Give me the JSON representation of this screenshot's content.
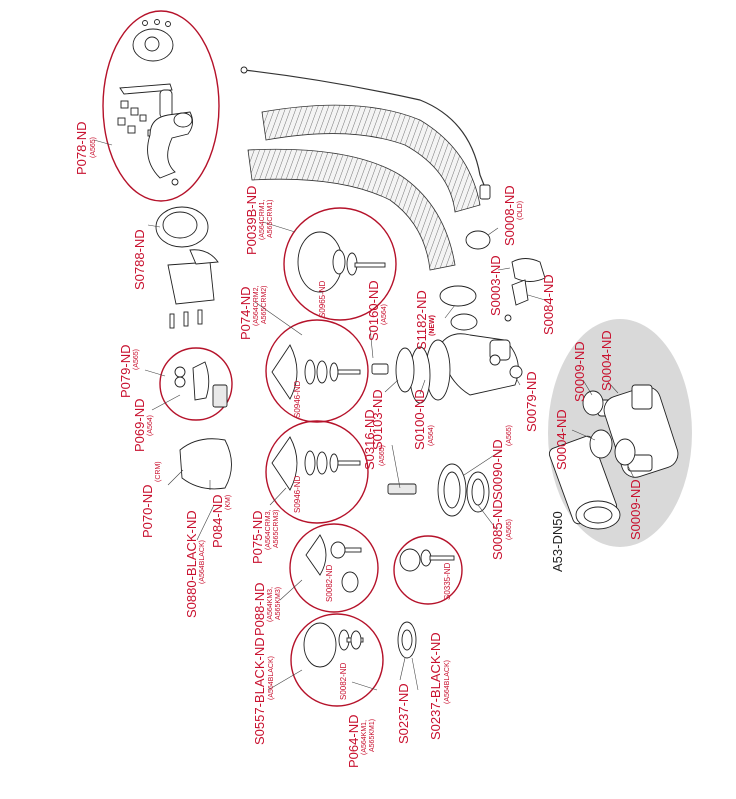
{
  "colors": {
    "label": "#c8102e",
    "circle": "#b5122a",
    "line": "#222222",
    "kit_bg": "#d9d9d9"
  },
  "labels": {
    "p078": "P078-ND",
    "p078_sub": "(A565)",
    "s0788": "S0788-ND",
    "p0039b": "P0039B-ND",
    "p0039b_sub1": "(A564CRM1,",
    "p0039b_sub2": "A565CRM1)",
    "s0965": "S0965-ND",
    "s0008": "S0008-ND",
    "s0008_sub": "(OLD)",
    "s0003": "S0003-ND",
    "s0084": "S0084-ND",
    "p074": "P074-ND",
    "p074_sub1": "(A564CRM2,",
    "p074_sub2": "A565CRM2)",
    "s0946a": "S0946-ND",
    "s0160": "S0160-ND",
    "s0160_sub": "(A564)",
    "s1182": "S1182-ND",
    "s1182_new": "(NEW)",
    "p079": "P079-ND",
    "p079_sub": "(A565)",
    "p069": "P069-ND",
    "p069_sub": "(A564)",
    "s0103": "S0103-ND",
    "s0100": "S0100-ND",
    "s0100_sub": "(A564)",
    "s0079": "S0079-ND",
    "s0009a": "S0009-ND",
    "s0004a": "S0004-ND",
    "s0004b": "S0004-ND",
    "s0009b": "S0009-ND",
    "s0316": "S0316-ND",
    "s0316_sub": "(A565)",
    "s0090": "S0090-ND",
    "s0090_sub": "(A565)",
    "p070": "P070-ND",
    "p070_sub": "(CRM)",
    "p084": "P084-ND",
    "p084_sub": "(KM)",
    "s0946b": "S0946-ND",
    "s0085": "S0085-ND",
    "s0085_sub": "(A565)",
    "a53": "A53-DN50",
    "s0880": "S0880-BLACK-ND",
    "s0880_sub": "(A564BLACK)",
    "p075": "P075-ND",
    "p075_sub1": "(A564CRM3,",
    "p075_sub2": "A565CRM3)",
    "s0082a": "S0082-ND",
    "s0335": "S0335-ND",
    "p088": "P088-ND",
    "p088_sub1": "(A564KM3,",
    "p088_sub2": "A565KM3)",
    "s0557": "S0557-BLACK-ND",
    "s0557_sub": "(A564BLACK)",
    "s0082b": "S0082-ND",
    "s0237": "S0237-ND",
    "s0237b": "S0237-BLACK-ND",
    "s0237b_sub": "(A564BLACK)",
    "p064": "P064-ND",
    "p064_sub1": "(A564KM1,",
    "p064_sub2": "A565KM1)"
  }
}
